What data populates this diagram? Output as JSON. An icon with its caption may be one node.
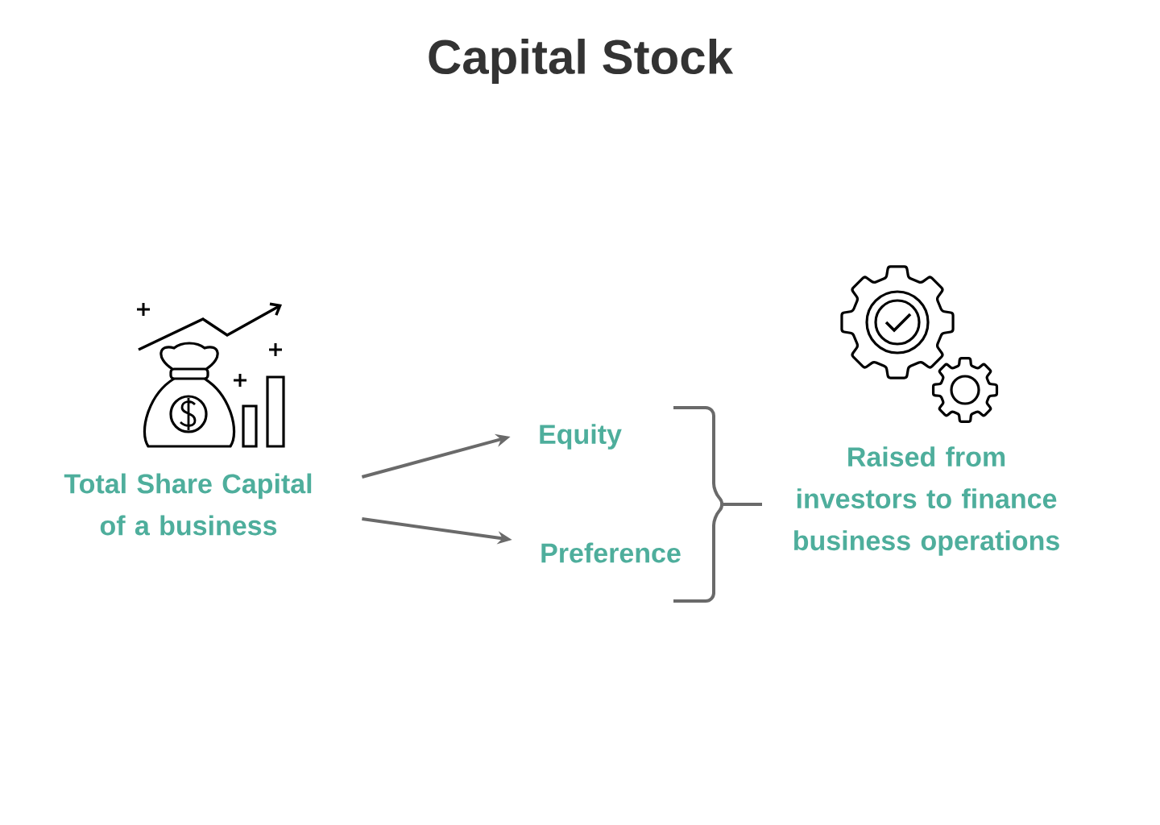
{
  "diagram": {
    "title": "Capital Stock",
    "nodes": [
      {
        "text": [
          "Total Share Capital of a business"
        ]
      },
      {
        "text": [
          "Equity"
        ]
      },
      {
        "text": [
          "Preference"
        ]
      },
      {
        "text": [
          "Raised from investors to finance business operations"
        ]
      }
    ],
    "edges": [
      {
        "from": 0,
        "to": 1,
        "arrow": "to"
      },
      {
        "from": 0,
        "to": 2,
        "arrow": "to"
      }
    ]
  }
}
